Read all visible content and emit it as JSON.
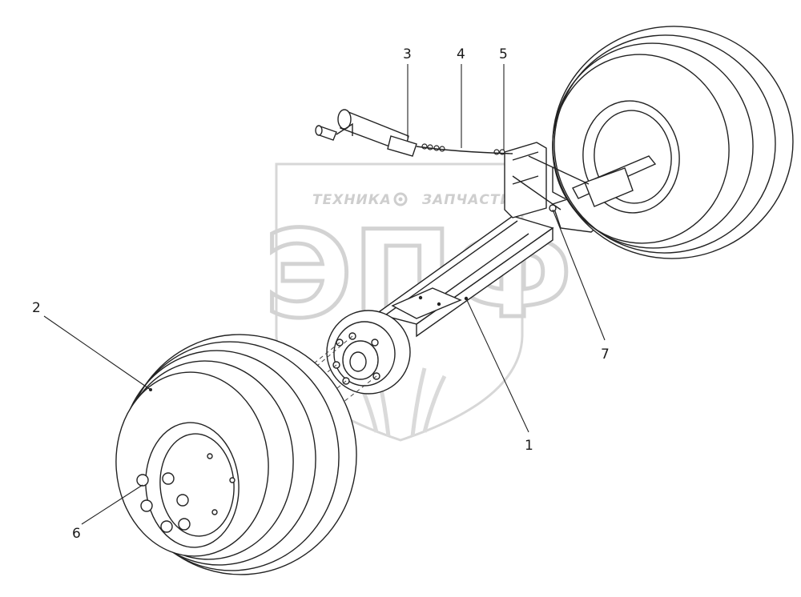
{
  "watermark": {
    "company_text": "ТЕХНИКА",
    "parts_text": "ЗАПЧАСТИ",
    "monogram": "ЭПФ",
    "icon": "gear-icon"
  },
  "callouts": [
    {
      "id": "1",
      "label": "1"
    },
    {
      "id": "2",
      "label": "2"
    },
    {
      "id": "3",
      "label": "3"
    },
    {
      "id": "4",
      "label": "4"
    },
    {
      "id": "5",
      "label": "5"
    },
    {
      "id": "6",
      "label": "6"
    },
    {
      "id": "7",
      "label": "7"
    }
  ]
}
